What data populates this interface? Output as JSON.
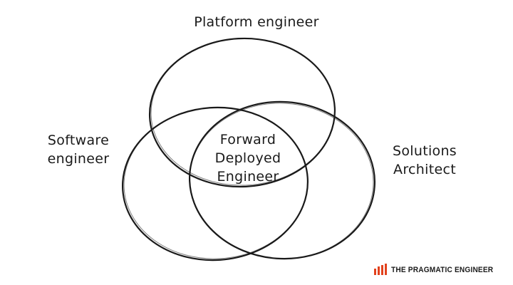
{
  "sets": {
    "top": "Platform engineer",
    "left": [
      "Software",
      "engineer"
    ],
    "right": [
      "Solutions",
      "Architect"
    ],
    "center": [
      "Forward",
      "Deployed",
      "Engineer"
    ]
  },
  "brand": {
    "name": "THE PRAGMATIC ENGINEER",
    "accent_color": "#e2411d",
    "logo_icon": "bar-chart-logo-icon"
  },
  "colors": {
    "stroke": "#1a1a1a",
    "background": "#ffffff"
  }
}
